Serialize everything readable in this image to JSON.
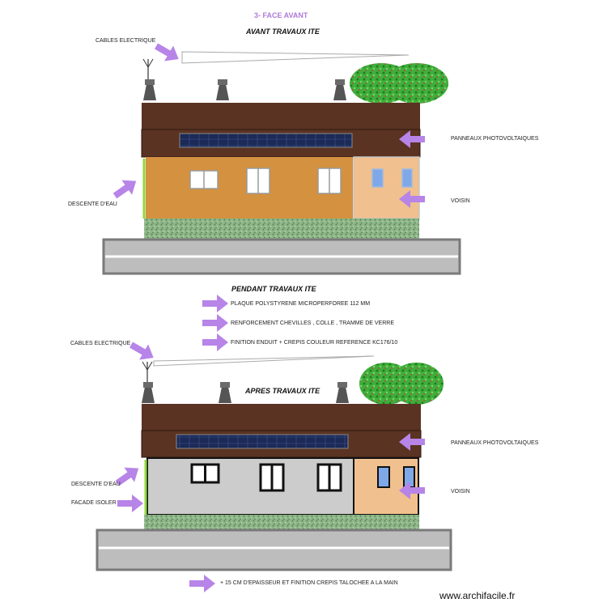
{
  "page_title": "3- FACE AVANT",
  "sections": {
    "before": {
      "title": "AVANT TRAVAUX ITE"
    },
    "during": {
      "title": "PENDANT TRAVAUX ITE"
    },
    "after": {
      "title": "APRES TRAVAUX ITE"
    }
  },
  "labels": {
    "cables_top": "CABLES ELECTRIQUE",
    "panels_top": "PANNEAUX PHOTOVOLTAIQUES",
    "downpipe_top": "DESCENTE D'EAU",
    "neighbour_top": "VOISIN",
    "plaque": "PLAQUE POLYSTYRENE MICROPERFOREE 112 MM",
    "renfort": "RENFORCEMENT CHEVILLES , COLLE , TRAMME DE VERRE",
    "finition": "FINITION ENDUIT + CREPIS COULEUR REFERENCE KC176/10",
    "cables_bottom": "CABLES ELECTRIQUE",
    "panels_bottom": "PANNEAUX PHOTOVOLTAIQUES",
    "downpipe_bottom": "DESCENTE D'EAU",
    "insulated_facade": "FACADE ISOLER",
    "neighbour_bottom": "VOISIN",
    "thickness_note": "+ 15 CM D'EPAISSEUR ET FINITION CREPIS TALOCHEE A LA MAIN"
  },
  "footer": "www.archifacile.fr",
  "colors": {
    "arrow": "#b784e8",
    "roof": "#5a3322",
    "facade_before": "#d4913f",
    "facade_after": "#cccccc",
    "neighbour": "#f0c08e",
    "window_glass": "#7fa8e8",
    "panel": "#1c2a56",
    "hedge": "#2f9a2f",
    "gutter": "#8fd93a",
    "road": "#bdbdbd",
    "page_title": "#b07ad8"
  },
  "icons": [
    "purple-arrow-icon",
    "antenna-icon",
    "chimney-icon",
    "photovoltaic-panel-icon",
    "tree-icon",
    "downpipe-icon"
  ]
}
